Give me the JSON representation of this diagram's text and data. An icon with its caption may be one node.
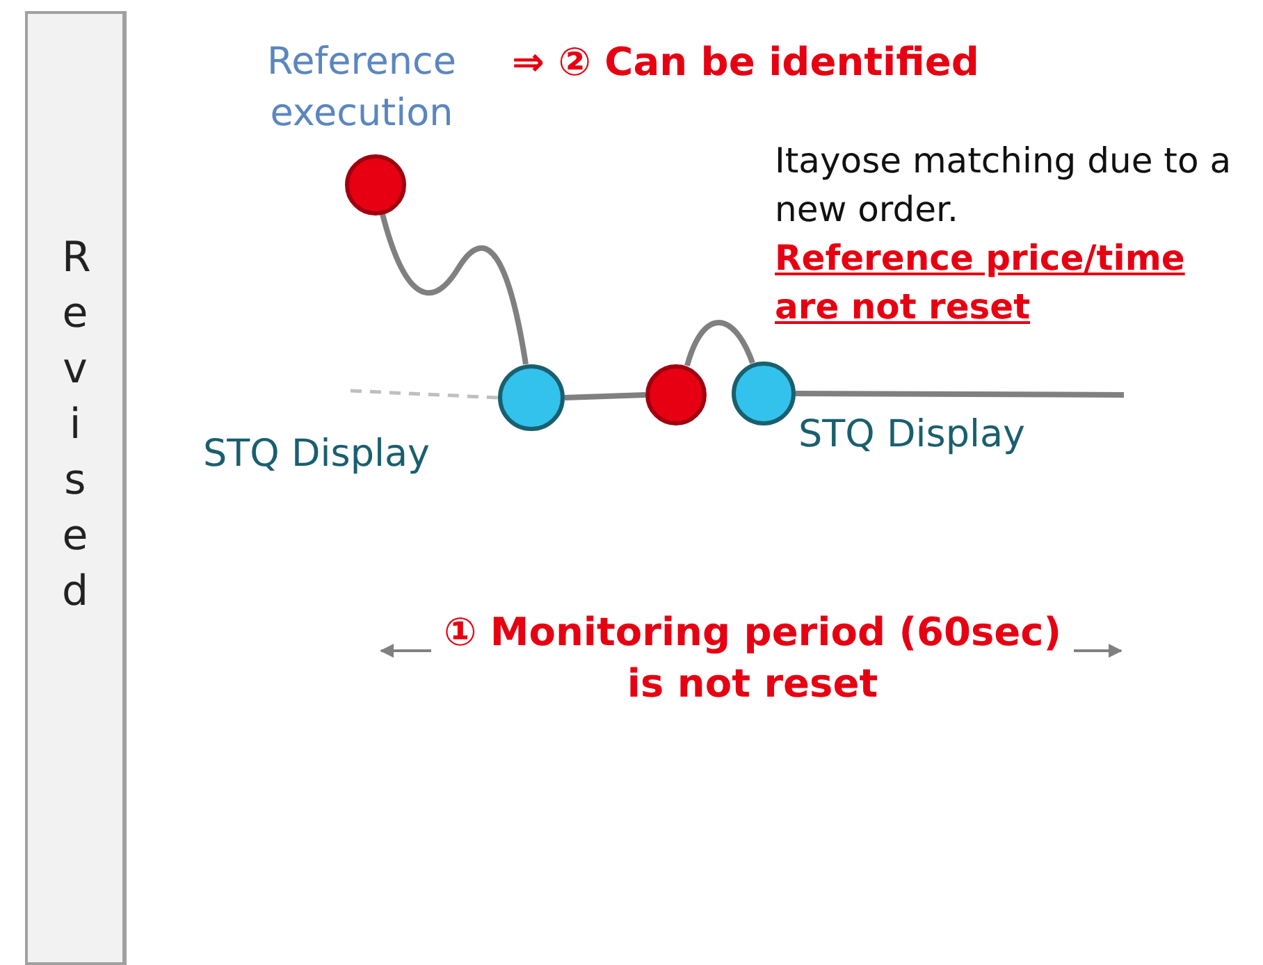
{
  "diagram": {
    "nodes": [
      {
        "text": [
          "Revised"
        ]
      },
      {
        "text": [],
        "shape": "circle",
        "beside": [
          "Reference execution"
        ]
      },
      {
        "text": [],
        "shape": "circle",
        "beside": [
          "STQ Display"
        ]
      },
      {
        "text": [],
        "shape": "circle"
      },
      {
        "text": [],
        "shape": "circle",
        "beside": [
          "STQ Display"
        ]
      }
    ],
    "edges": [
      {
        "from": 1,
        "to": 2,
        "arrow": "none"
      },
      {
        "from": 2,
        "to": 3,
        "arrow": "none"
      },
      {
        "from": 3,
        "to": 4,
        "arrow": "none"
      },
      {
        "from": 4,
        "to": null,
        "arrow": "none"
      },
      {
        "from": null,
        "to": 2,
        "arrow": "none",
        "style": "dashed",
        "color": "#bfbfbf"
      }
    ],
    "labels": [
      "⇒ ② Can be identified",
      "Itayose matching due to a new order.",
      "Reference price/time are not reset",
      "① Monitoring period (60sec) is not reset"
    ]
  }
}
